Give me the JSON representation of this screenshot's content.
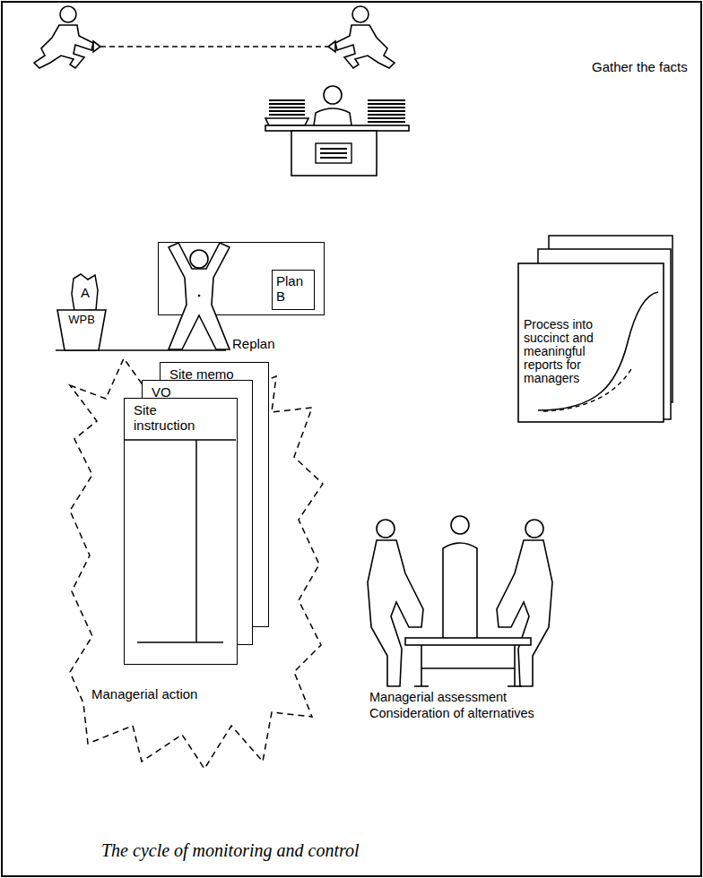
{
  "diagram": {
    "caption": "The cycle of monitoring and control",
    "nodes": [
      {
        "text": [
          "Gather the facts"
        ]
      },
      {
        "text": [
          "Process into succinct and meaningful reports for managers"
        ]
      },
      {
        "text": [
          "Managerial assessment",
          "Consideration of alternatives"
        ]
      },
      {
        "text": [
          "Managerial action"
        ]
      },
      {
        "text": [
          "Site memo"
        ],
        "in": 3
      },
      {
        "text": [
          "VO"
        ],
        "in": 3
      },
      {
        "text": [
          "Site instruction"
        ],
        "in": 3
      },
      {
        "text": [
          "Replan"
        ]
      },
      {
        "text": [
          "Plan B"
        ],
        "in": 7
      },
      {
        "text": [
          "A"
        ]
      },
      {
        "text": [
          "WPB"
        ]
      }
    ],
    "edges": [
      {
        "from": 0,
        "to": 1,
        "arrow": "to"
      },
      {
        "from": 1,
        "to": 2,
        "arrow": "to"
      },
      {
        "from": 2,
        "to": 3,
        "arrow": "to"
      },
      {
        "from": 3,
        "to": 7,
        "arrow": "to"
      },
      {
        "from": 7,
        "to": 0,
        "arrow": "to"
      }
    ]
  }
}
